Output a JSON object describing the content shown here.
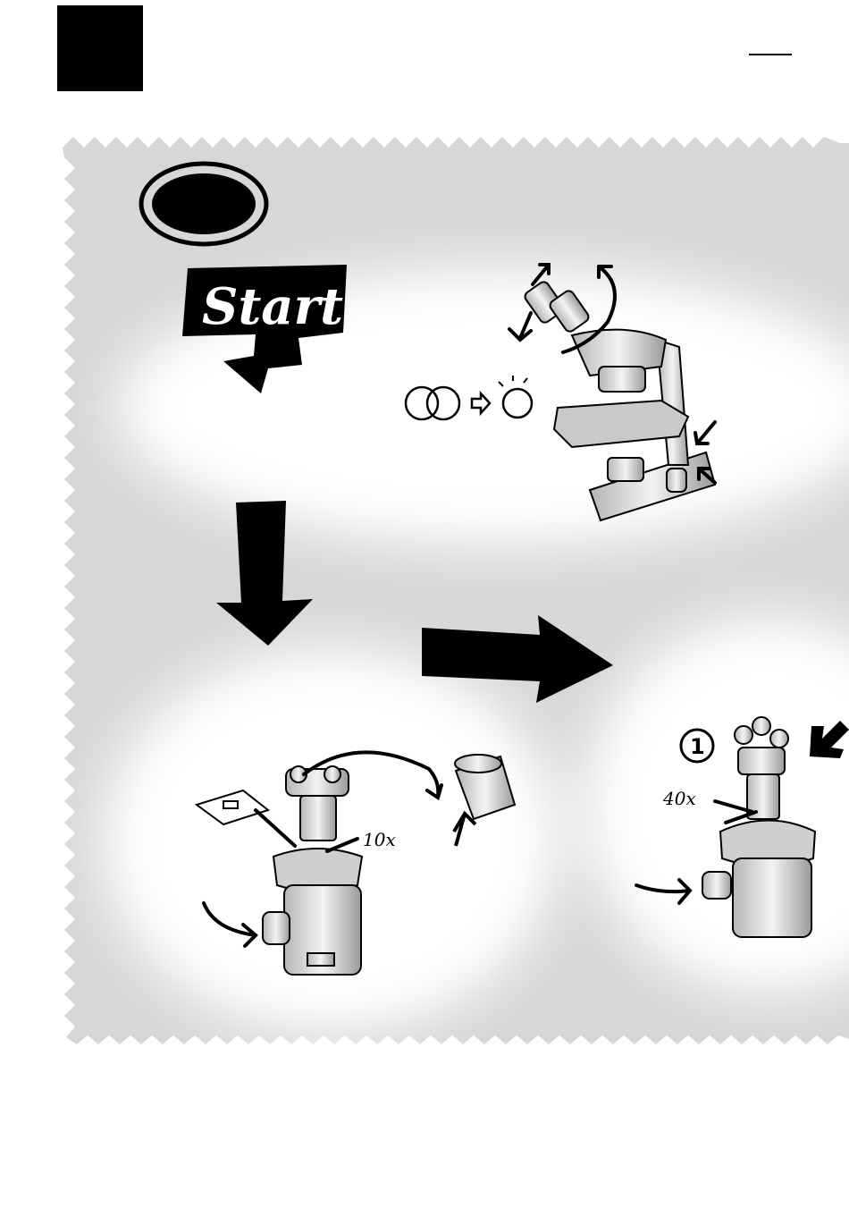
{
  "start_label": "Start",
  "objective_10x_label": "10x",
  "objective_40x_label": "40x",
  "step_number": "1",
  "colors": {
    "background": "#ffffff",
    "board": "#d7d7d7",
    "ink": "#000000",
    "spot": "#ffffff"
  },
  "icons": [
    "start-arrow-icon",
    "flow-arrow-down-icon",
    "flow-arrow-right-icon",
    "binocular-microscope-icon",
    "eyepiece-icon",
    "slide-icon",
    "focus-knob-icon"
  ]
}
